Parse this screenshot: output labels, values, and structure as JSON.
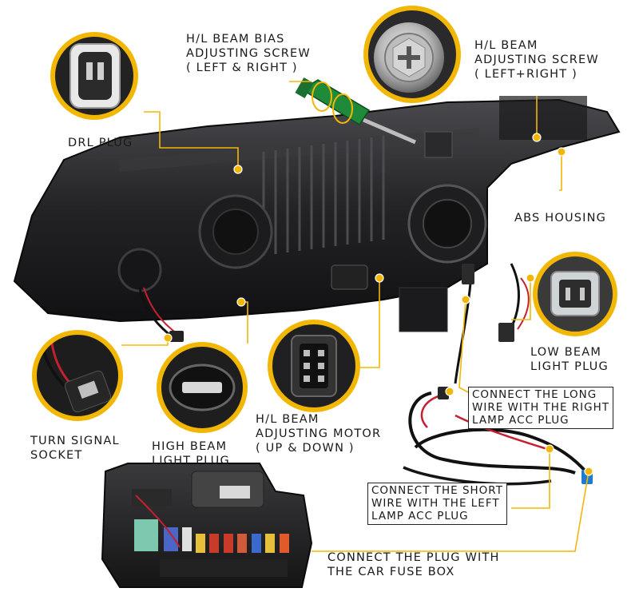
{
  "accent_color": "#f2b705",
  "labels": {
    "bias_screw": [
      "H/L BEAM BIAS",
      "ADJUSTING SCREW",
      "( LEFT & RIGHT )"
    ],
    "adjust_screw": [
      "H/L BEAM",
      "ADJUSTING SCREW",
      "( LEFT+RIGHT )"
    ],
    "drl_plug": [
      "DRL PLUG"
    ],
    "abs_housing": [
      "ABS HOUSING"
    ],
    "low_beam": [
      "LOW BEAM",
      "LIGHT PLUG"
    ],
    "long_wire": [
      "CONNECT THE LONG",
      "WIRE WITH THE RIGHT",
      "LAMP ACC PLUG"
    ],
    "turn_signal": [
      "TURN SIGNAL",
      "SOCKET"
    ],
    "high_beam": [
      "HIGH BEAM",
      "LIGHT PLUG"
    ],
    "adjust_motor": [
      "H/L BEAM",
      "ADJUSTING MOTOR",
      "( UP & DOWN )"
    ],
    "short_wire": [
      "CONNECT THE SHORT",
      "WIRE WITH THE LEFT",
      "LAMP ACC PLUG"
    ],
    "fuse_box": [
      "CONNECT THE PLUG WITH",
      "THE CAR FUSE BOX"
    ]
  }
}
